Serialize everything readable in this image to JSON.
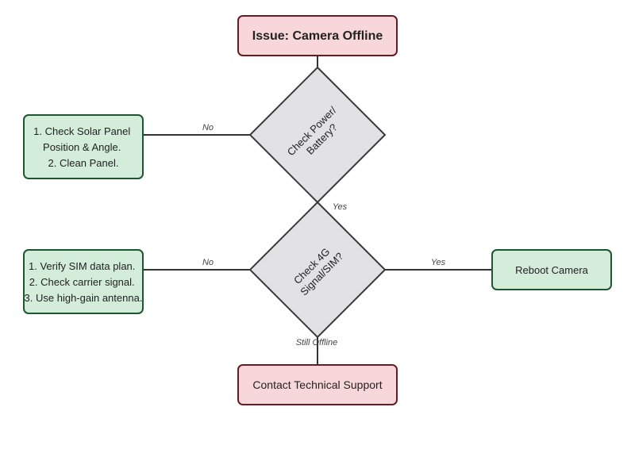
{
  "colors": {
    "issue_fill": "#f8d7da",
    "issue_stroke": "#6b1a24",
    "action_fill": "#d4edda",
    "action_stroke": "#1e5631",
    "decision_fill": "#e2e2e4",
    "decision_stroke": "#3a3a3a",
    "edge": "#333333"
  },
  "nodes": {
    "start": {
      "label": "Issue: Camera Offline"
    },
    "power_check": {
      "lines": [
        "Check Power/",
        "Battery?"
      ]
    },
    "solar_action": {
      "lines": [
        "1. Check Solar Panel",
        "Position & Angle.",
        "2. Clean Panel."
      ]
    },
    "signal_check": {
      "lines": [
        "Check 4G",
        "Signal/SIM?"
      ]
    },
    "sim_action": {
      "lines": [
        "1. Verify SIM data plan.",
        "2. Check carrier signal.",
        "3. Use high-gain antenna."
      ]
    },
    "reboot": {
      "label": "Reboot Camera"
    },
    "support": {
      "label": "Contact Technical Support"
    }
  },
  "edges": {
    "power_no": "No",
    "power_yes": "Yes",
    "signal_no": "No",
    "signal_yes": "Yes",
    "still_offline": "Still Offline"
  }
}
